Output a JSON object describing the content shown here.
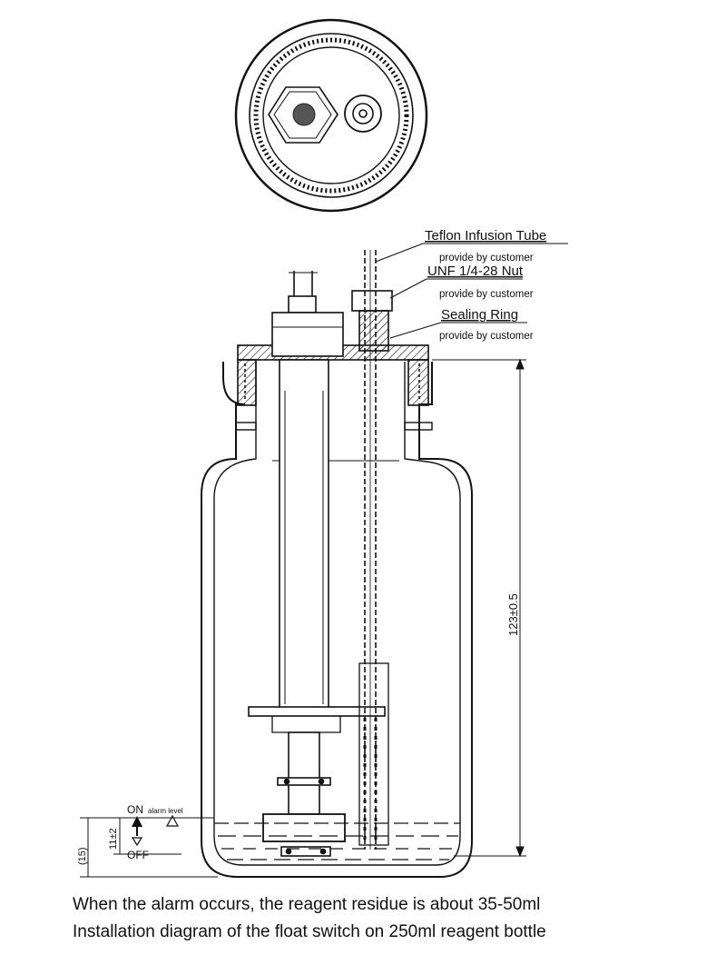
{
  "callouts": {
    "tube": {
      "title": "Teflon Infusion Tube",
      "note": "provide by customer"
    },
    "nut": {
      "title": "UNF 1/4-28 Nut",
      "note": "provide by customer"
    },
    "seal": {
      "title": "Sealing Ring",
      "note": "provide by customer"
    }
  },
  "dimensions": {
    "height": "123±0.5",
    "liquid": "(15)",
    "switching": "11±2"
  },
  "levels": {
    "on": "ON",
    "off": "OFF",
    "alarm": "alarm level"
  },
  "caption": {
    "line1": "When the alarm occurs, the reagent residue is about 35-50ml",
    "line2": "Installation diagram of the float switch on 250ml  reagent bottle"
  }
}
